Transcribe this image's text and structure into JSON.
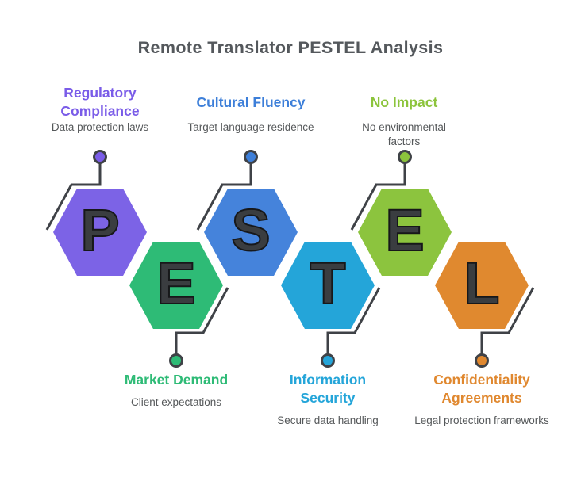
{
  "title": "Remote Translator PESTEL Analysis",
  "hexagons": [
    {
      "letter": "P",
      "color": "#7c63e6"
    },
    {
      "letter": "E",
      "color": "#2ebb76"
    },
    {
      "letter": "S",
      "color": "#4583db"
    },
    {
      "letter": "T",
      "color": "#24a5d9"
    },
    {
      "letter": "E",
      "color": "#8cc43e"
    },
    {
      "letter": "L",
      "color": "#e0892f"
    }
  ],
  "callouts": [
    {
      "title": "Regulatory Compliance",
      "desc": "Data protection laws",
      "color": "#7a5ce8"
    },
    {
      "title": "Cultural Fluency",
      "desc": "Target language residence",
      "color": "#3d7fd9"
    },
    {
      "title": "No Impact",
      "desc": "No environmental factors",
      "color": "#8cc43c"
    },
    {
      "title": "Market Demand",
      "desc": "Client expectations",
      "color": "#2ebb76"
    },
    {
      "title": "Information Security",
      "desc": "Secure data handling",
      "color": "#24a5d9"
    },
    {
      "title": "Confidentiality Agreements",
      "desc": "Legal protection frameworks",
      "color": "#e0882f"
    }
  ]
}
